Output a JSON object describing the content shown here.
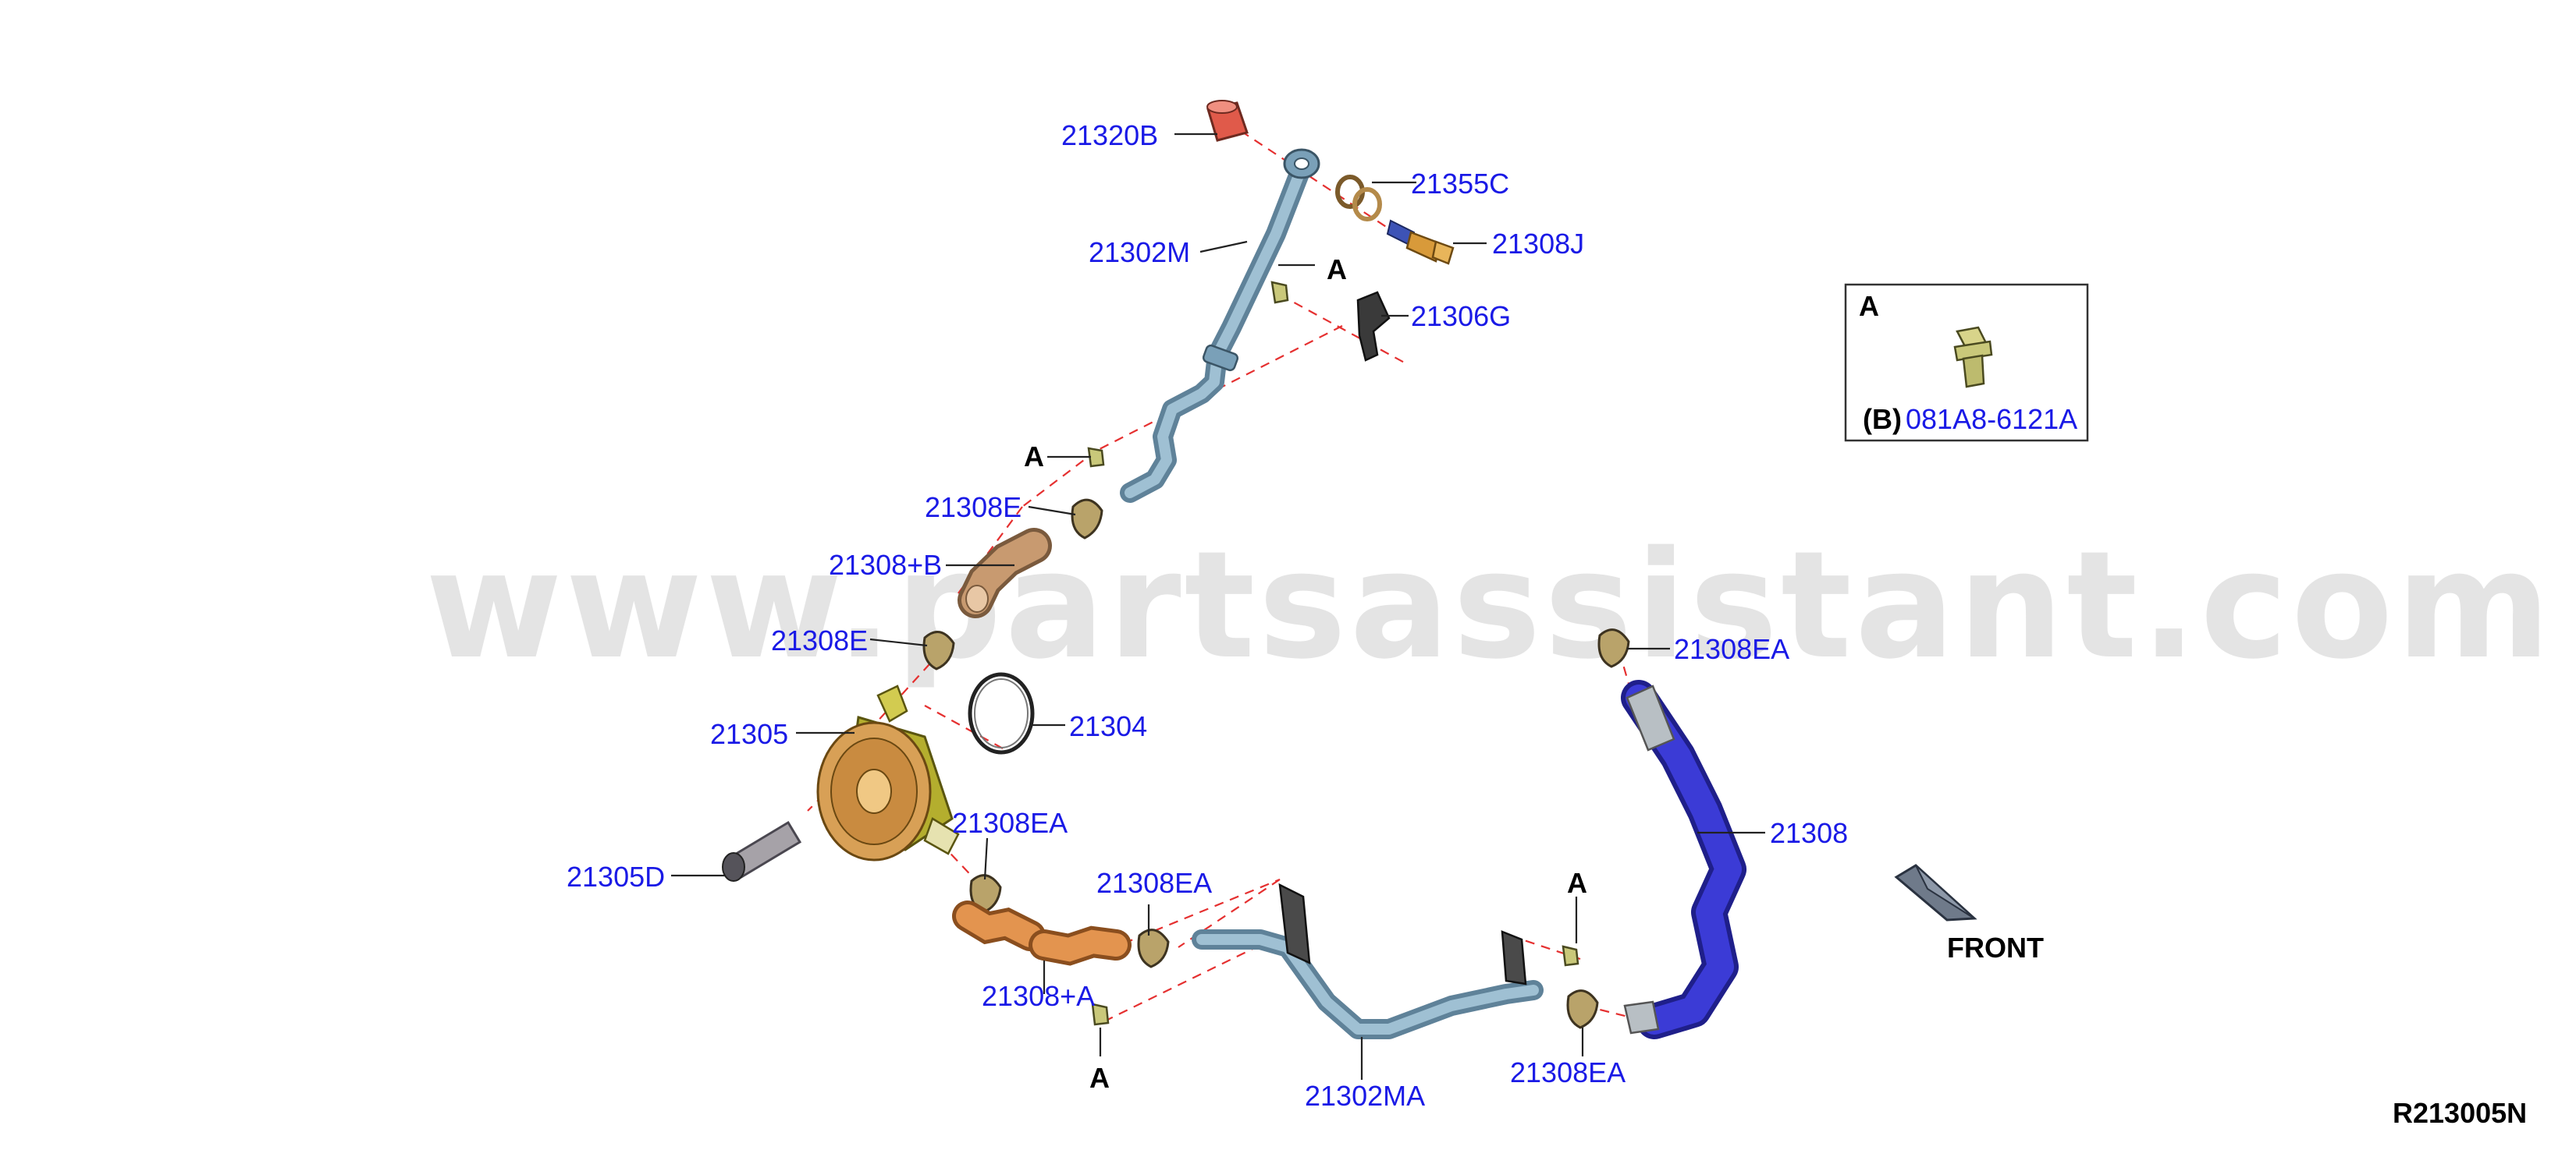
{
  "watermark": "www.partsassistant.com",
  "diagram_code": "R213005N",
  "front_label": "FRONT",
  "legend": {
    "letter": "A",
    "b_label": "(B)",
    "part_number": "081A8-6121A"
  },
  "callouts": {
    "c21320B": "21320B",
    "c21355C": "21355C",
    "c21308J": "21308J",
    "c21302M": "21302M",
    "c21306G": "21306G",
    "c21308E_top": "21308E",
    "c21308B": "21308+B",
    "c21308E_mid": "21308E",
    "c21305": "21305",
    "c21304": "21304",
    "c21305D": "21305D",
    "c21308EA_mid": "21308EA",
    "c21308EA_low": "21308EA",
    "c21308A": "21308+A",
    "c21302MA": "21302MA",
    "c21308EA_bottom": "21308EA",
    "c21308EA_top_right": "21308EA",
    "c21308": "21308"
  },
  "bolt_refs": {
    "a1": "A",
    "a2": "A",
    "a3": "A",
    "a4": "A"
  },
  "colors": {
    "callout_text": "#1a1ae6",
    "leader": "#222222",
    "dash": "#e53030",
    "pipe": "#7aa0b8",
    "hose_blue": "#3b3bd6",
    "oil_cooler": "#c9c23a",
    "hose_tan": "#c89a70",
    "hose_orange": "#e3944f"
  }
}
